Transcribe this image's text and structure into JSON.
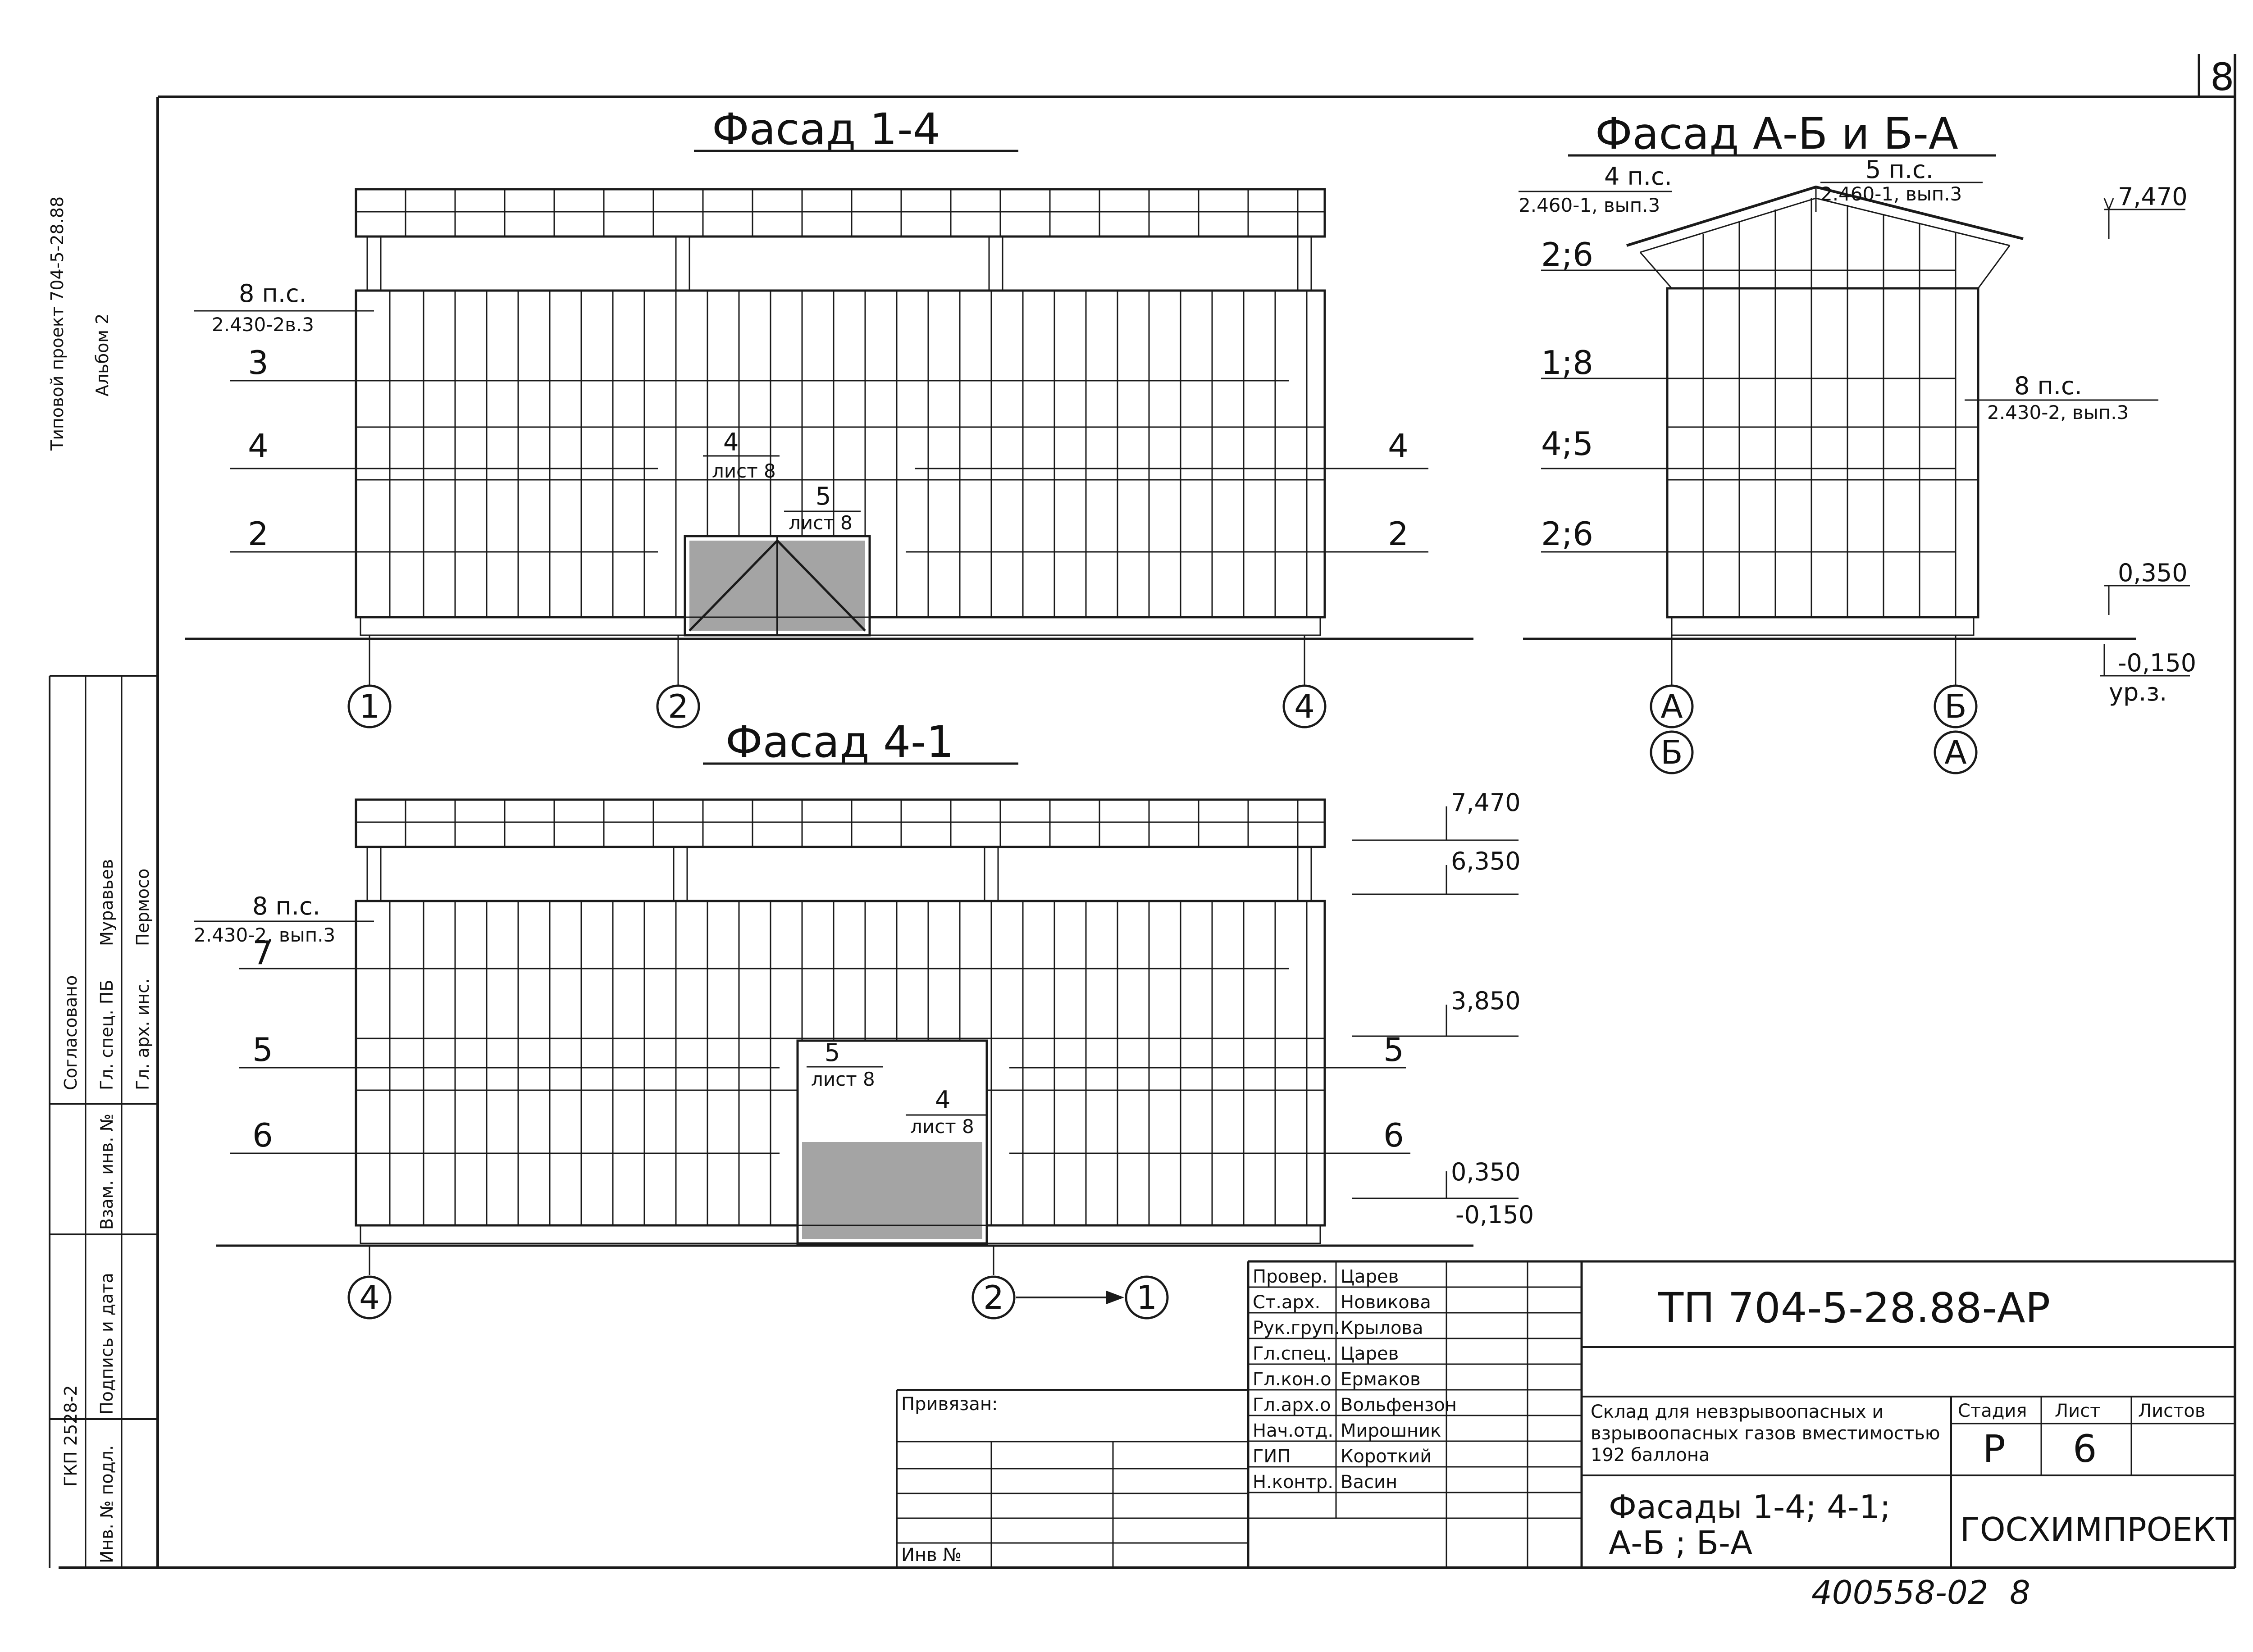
{
  "sheet_number_corner": "8",
  "side_strip": {
    "text1": "Типовой проект 704-5-28.88",
    "text2": "Альбом 2",
    "agreed": "Согласовано",
    "roles": [
      "Гл. спец. ПБ",
      "Гл. арх. инс."
    ],
    "names": [
      "Муравьев",
      "Пермосо"
    ],
    "inv_labels": [
      "Взам. инв. №",
      "Подпись и дата",
      "Инв. № подл."
    ],
    "inv_number": "ГКП 2528-2"
  },
  "facade_1_4": {
    "title": "Фасад 1-4",
    "note_top": "8 п.с.",
    "note_bottom": "2.430-2в.3",
    "left_marks": [
      "3",
      "4",
      "2"
    ],
    "right_marks": [
      "4",
      "2"
    ],
    "callout1": {
      "num": "4",
      "sheet": "лист 8"
    },
    "callout2": {
      "num": "5",
      "sheet": "лист 8"
    },
    "axes": [
      "1",
      "2",
      "4"
    ]
  },
  "facade_ab": {
    "title": "Фасад А-Б и Б-А",
    "note_l_top": "4 п.с.",
    "note_l_bottom": "2.460-1, вып.3",
    "note_r_top": "5 п.с.",
    "note_r_bottom": "2.460-1, вып.3",
    "note_mid_top": "8 п.с.",
    "note_mid_bottom": "2.430-2, вып.3",
    "left_marks": [
      "2;6",
      "1;8",
      "4;5",
      "2;6"
    ],
    "elevations": [
      "7,470",
      "0,350",
      "-0,150",
      "ур.з."
    ],
    "axes_top": [
      "А",
      "Б"
    ],
    "axes_bottom": [
      "Б",
      "А"
    ]
  },
  "facade_4_1": {
    "title": "Фасад 4-1",
    "note_top": "8 п.с.",
    "note_bottom": "2.430-2, вып.3",
    "left_marks": [
      "7",
      "5",
      "6"
    ],
    "right_marks": [
      "5",
      "6"
    ],
    "callout1": {
      "num": "5",
      "sheet": "лист 8"
    },
    "callout2": {
      "num": "4",
      "sheet": "лист 8"
    },
    "elevations": [
      "7,470",
      "6,350",
      "3,850",
      "0,350",
      "-0,150"
    ],
    "axes": [
      "4",
      "2",
      "1"
    ]
  },
  "stamp": {
    "roles": [
      "Провер.",
      "Ст.арх.",
      "Рук.груп.",
      "Гл.спец.",
      "Гл.кон.о",
      "Гл.арх.о",
      "Нач.отд.",
      "ГИП",
      "Н.контр."
    ],
    "names": [
      "Царев",
      "Новикова",
      "Крылова",
      "Царев",
      "Ермаков",
      "Вольфензон",
      "Мирошник",
      "Короткий",
      "Васин"
    ],
    "privyazan": "Привязан:",
    "inv": "Инв №",
    "code": "ТП 704-5-28.88-АР",
    "description": "Склад для невзрывоопасных и взрывоопасных газов вместимостью 192 баллона",
    "sheet_title_line1": "Фасады 1-4; 4-1;",
    "sheet_title_line2": "А-Б ; Б-А",
    "col_headers": [
      "Стадия",
      "Лист",
      "Листов"
    ],
    "stage": "Р",
    "sheet": "6",
    "org": "ГОСХИМПРОЕКТ"
  },
  "footer_number": "400558-02",
  "footer_page": "8"
}
